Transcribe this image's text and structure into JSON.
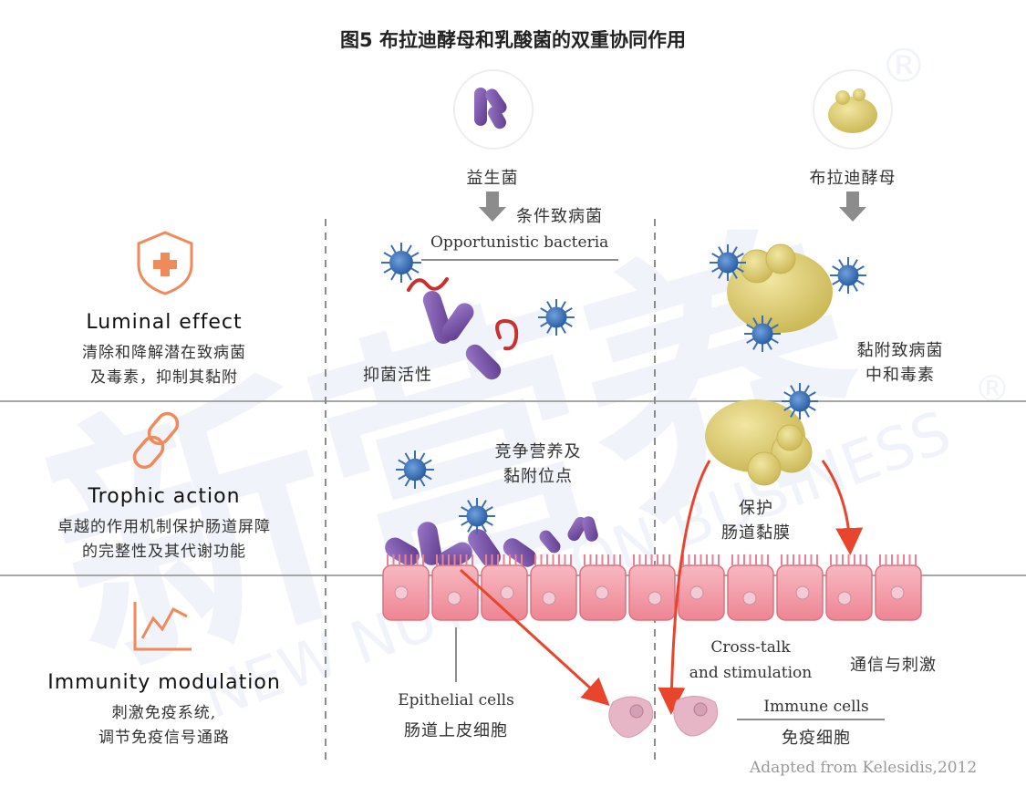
{
  "title": "图5 布拉迪酵母和乳酸菌的双重协同作用",
  "header": {
    "probiotic_label": "益生菌",
    "yeast_label": "布拉迪酵母"
  },
  "opportunistic": {
    "cn": "条件致病菌",
    "en": "Opportunistic bacteria"
  },
  "rows": [
    {
      "heading": "Luminal effect",
      "desc_line1": "清除和降解潜在致病菌",
      "desc_line2": "及毒素，抑制其黏附",
      "icon": "shield-plus-icon"
    },
    {
      "heading": "Trophic action",
      "desc_line1": "卓越的作用机制保护肠道屏障",
      "desc_line2": "的完整性及其代谢功能",
      "icon": "chain-link-icon"
    },
    {
      "heading": "Immunity modulation",
      "desc_line1": "刺激免疫系统,",
      "desc_line2": "调节免疫信号通路",
      "icon": "line-chart-icon"
    }
  ],
  "annotations": {
    "antibacterial": "抑菌活性",
    "adhesion_line1": "黏附致病菌",
    "adhesion_line2": "中和毒素",
    "compete_line1": "竞争营养及",
    "compete_line2": "黏附位点",
    "protect_line1": "保护",
    "protect_line2": "肠道黏膜",
    "epithelial_en": "Epithelial cells",
    "epithelial_cn": "肠道上皮细胞",
    "crosstalk_line1": "Cross-talk",
    "crosstalk_line2": "and stimulation",
    "crosstalk_cn": "通信与刺激",
    "immune_en": "Immune cells",
    "immune_cn": "免疫细胞"
  },
  "credit": "Adapted from Kelesidis,2012",
  "watermark": {
    "main": "新营养",
    "sub": "NEW NUTRITION BUSINESS",
    "mark": "®"
  },
  "colors": {
    "divider": "#a6a6a6",
    "arrow_gray": "#8c8c8c",
    "arrow_red": "#e8452c",
    "bacteria_purple": "#7b4fa8",
    "pathogen_blue": "#3a6fb5",
    "spiral_red": "#c8312f",
    "yeast": "#d7c66a",
    "epithelium": "#f29aa6",
    "immune_cell": "#e6b6c6",
    "icon_orange": "#ee8a5b",
    "watermark": "#e7eef7"
  }
}
